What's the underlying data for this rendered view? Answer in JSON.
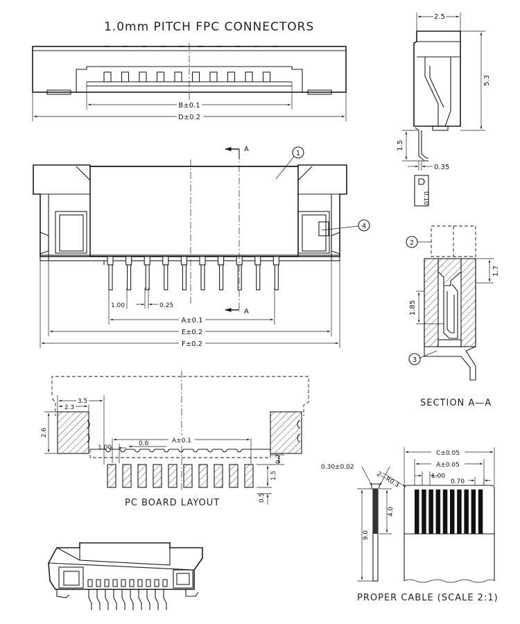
{
  "title": "1.0mm   PITCH   FPC   CONNECTORS",
  "front_view": {
    "dim_b": "B±0.1",
    "dim_d": "D±0.2"
  },
  "side_view": {
    "dim_width": "2.5",
    "dim_height": "5.3",
    "dim_pin_height": "1.5",
    "dim_pin_thickness": "0.35",
    "contact_label": "0.10"
  },
  "top_view": {
    "section_marker": "A",
    "pitch_1": "1.00",
    "pitch_2": "0.25",
    "dim_a": "A±0.1",
    "dim_e": "E±0.2",
    "dim_f": "F±0.2",
    "balloon_1": "1",
    "balloon_4": "4"
  },
  "section_view": {
    "balloon_2": "2",
    "balloon_3": "3",
    "dim_1": "1.7",
    "dim_2": "1.85",
    "label": "SECTION A—A"
  },
  "pcb_layout": {
    "dim_35": "3.5",
    "dim_23": "2.3",
    "dim_26": "2.6",
    "dim_100": "1.00",
    "dim_06": "0.6",
    "dim_a": "A±0.1",
    "dim_07": "0.7",
    "dim_15": "1.5",
    "dim_05": "0.5",
    "label": "PC BOARD LAYOUT"
  },
  "cable": {
    "dim_c": "C±0.05",
    "dim_a": "A±0.05",
    "dim_100": "1.00",
    "dim_070": "0.70",
    "dim_thickness": "0.30±0.02",
    "dim_radius": "2—R0.3",
    "dim_40": "4.0",
    "dim_90": "9.0",
    "label": "PROPER CABLE (SCALE 2:1)"
  }
}
